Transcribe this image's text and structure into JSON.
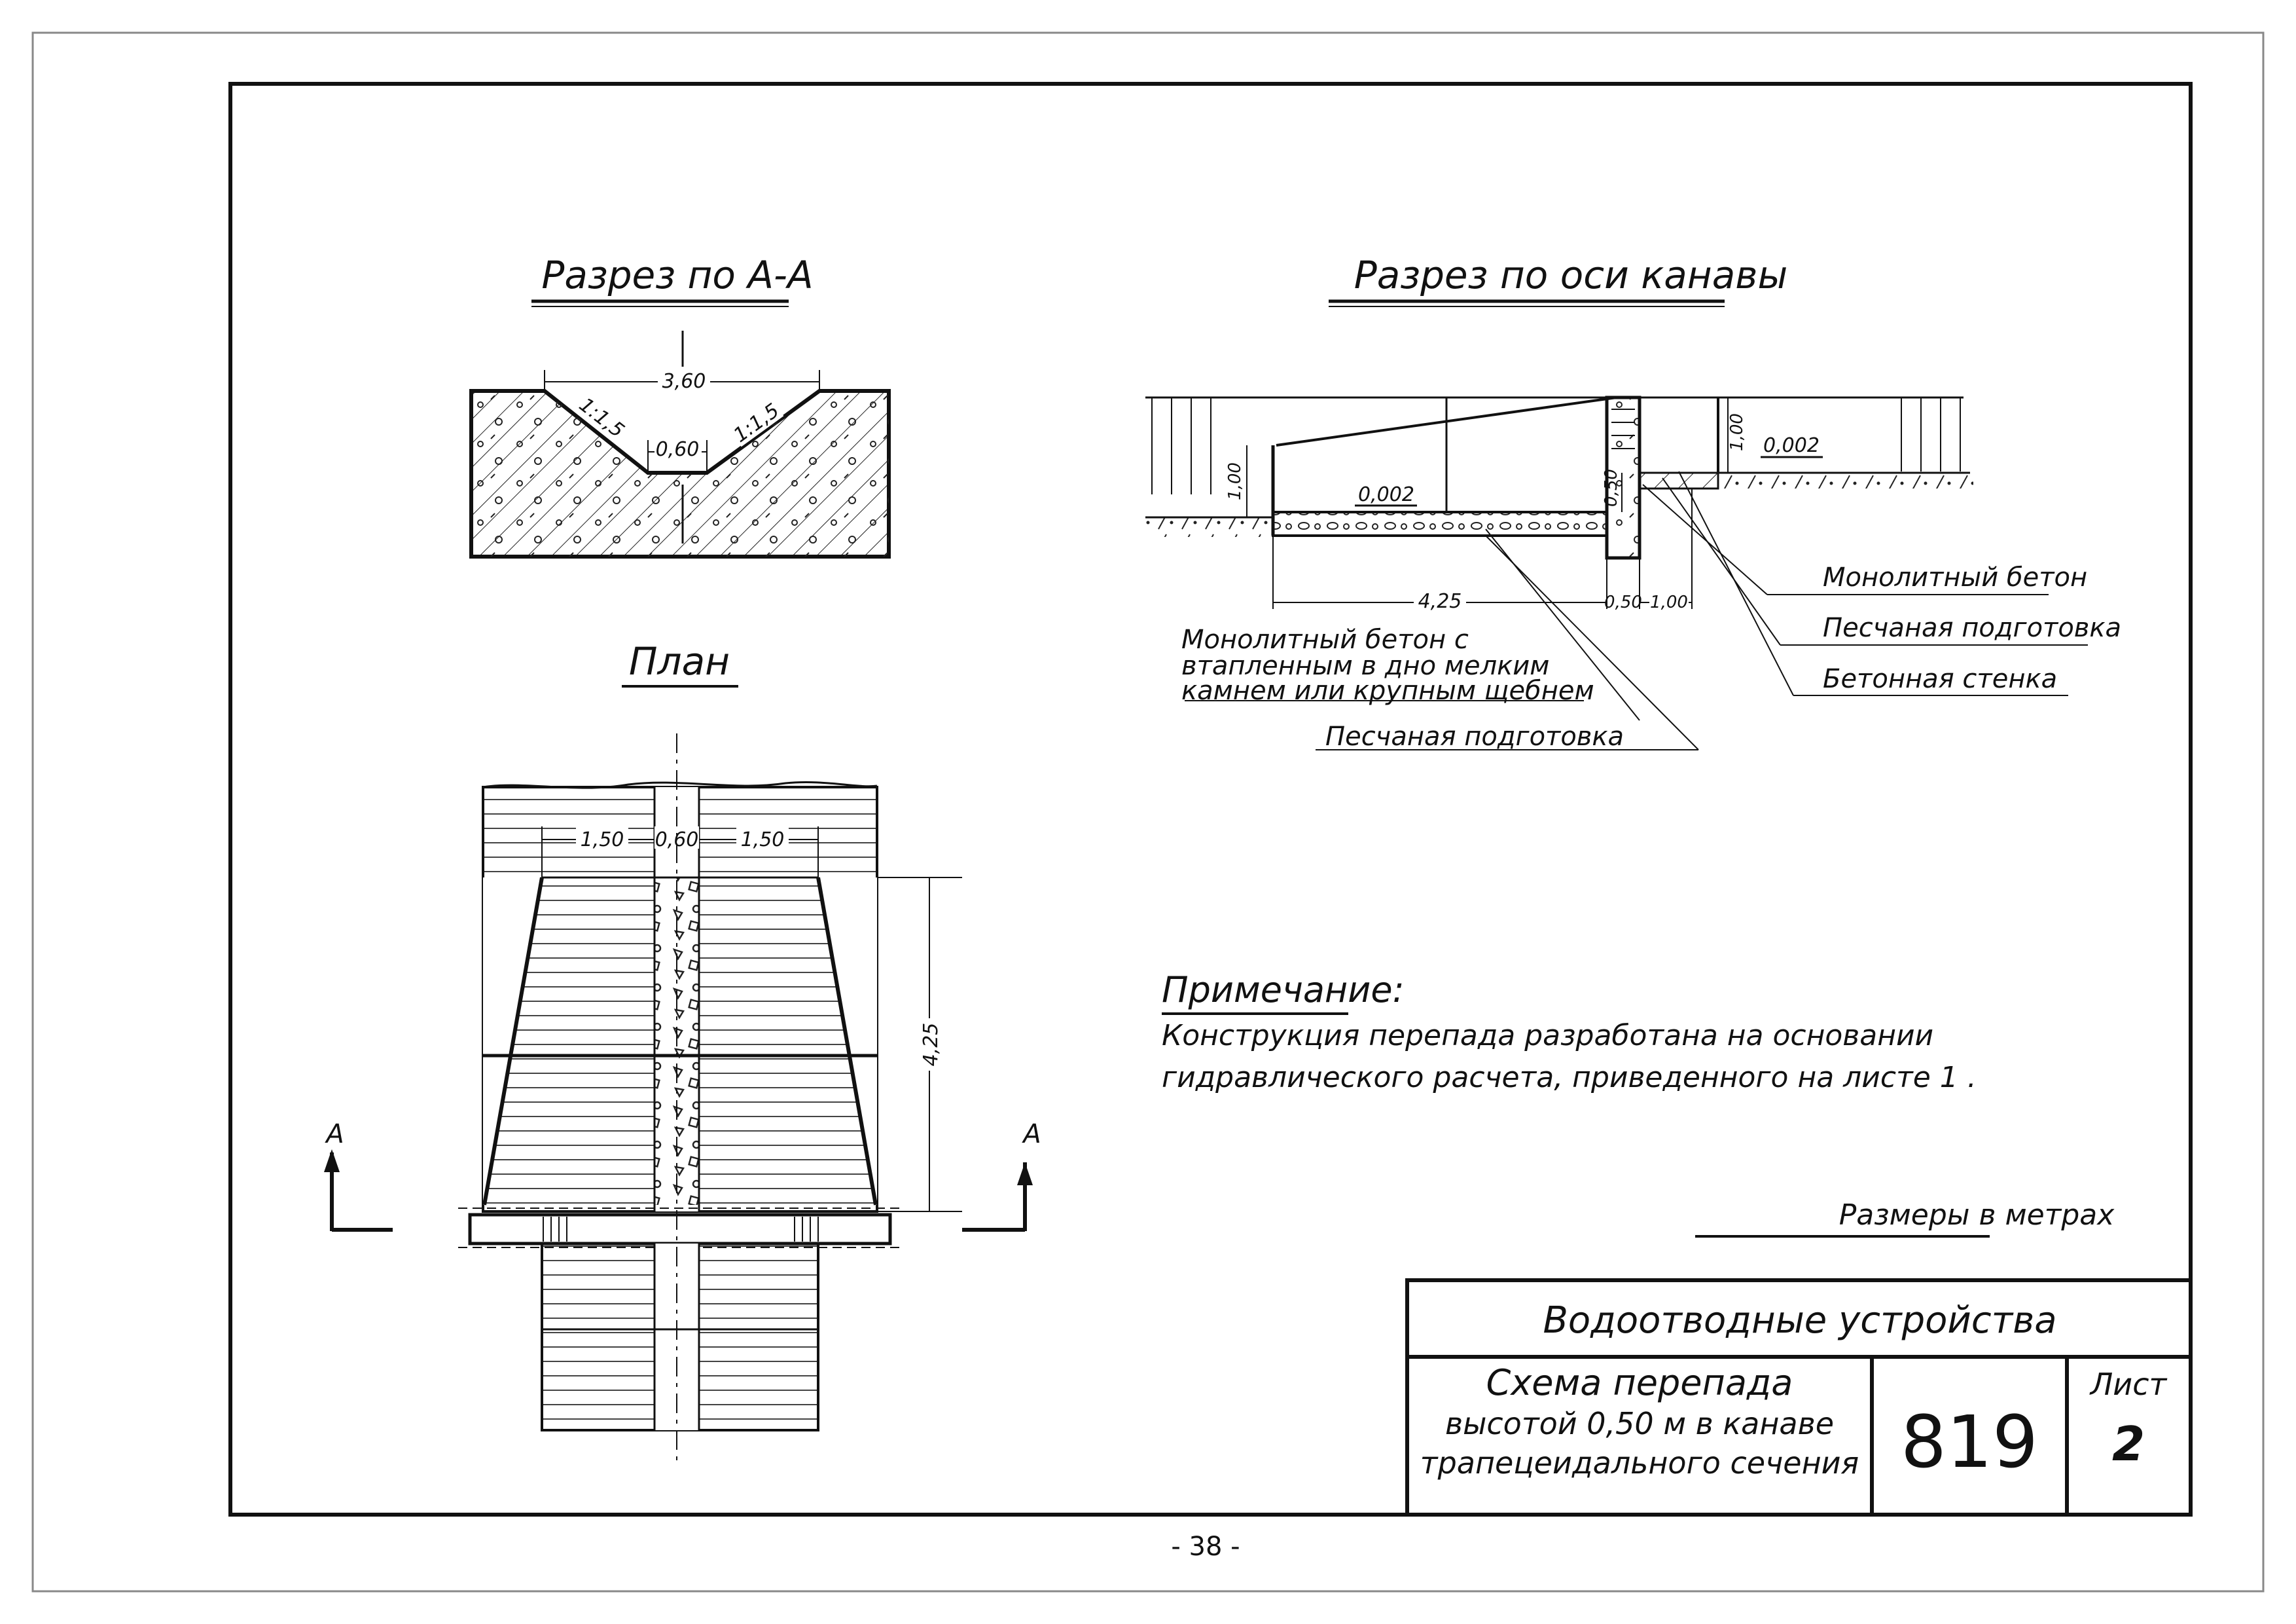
{
  "section_aa": {
    "title": "Разрез по А-А",
    "top_width": "3,60",
    "bottom_width": "0,60",
    "slope_left": "1:1,5",
    "slope_right": "1:1,5"
  },
  "plan": {
    "title": "План",
    "left_width": "1,50",
    "center_width": "0,60",
    "right_width": "1,50",
    "length": "4,25",
    "section_mark_left": "А",
    "section_mark_right": "А"
  },
  "section_axis": {
    "title": "Разрез по оси канавы",
    "dim_height_left": "1,00",
    "dim_height_right": "1,00",
    "slope_bottom": "0,002",
    "slope_downstream": "0,002",
    "dim_wall_height": "0,50",
    "dim_length": "4,25",
    "dim_wall_thickness": "0,50",
    "dim_downstream": "1,00",
    "label_left_lines": [
      "Монолитный  бетон с",
      "втапленным      в дно мелким",
      "камнем или крупным  щебнем"
    ],
    "label_left_sand": "Песчаная  подготовка",
    "label_concrete": "Монолитный  бетон",
    "label_sand": "Песчаная  подготовка",
    "label_wall": "Бетонная  стенка"
  },
  "note": {
    "heading": "Примечание:",
    "lines": [
      "Конструкция  перепада  разработана  на  основании",
      "гидравлического  расчета,  приведенного  на  листе 1 ."
    ]
  },
  "units_note": "Размеры в метрах",
  "title_block": {
    "header": "Водоотводные  устройства",
    "description_lines": [
      "Схема  перепада",
      "высотой 0,50 м в канаве",
      "трапецеидального сечения"
    ],
    "number": "819",
    "sheet_label": "Лист",
    "sheet_number": "2"
  },
  "page_number": "- 38 -"
}
